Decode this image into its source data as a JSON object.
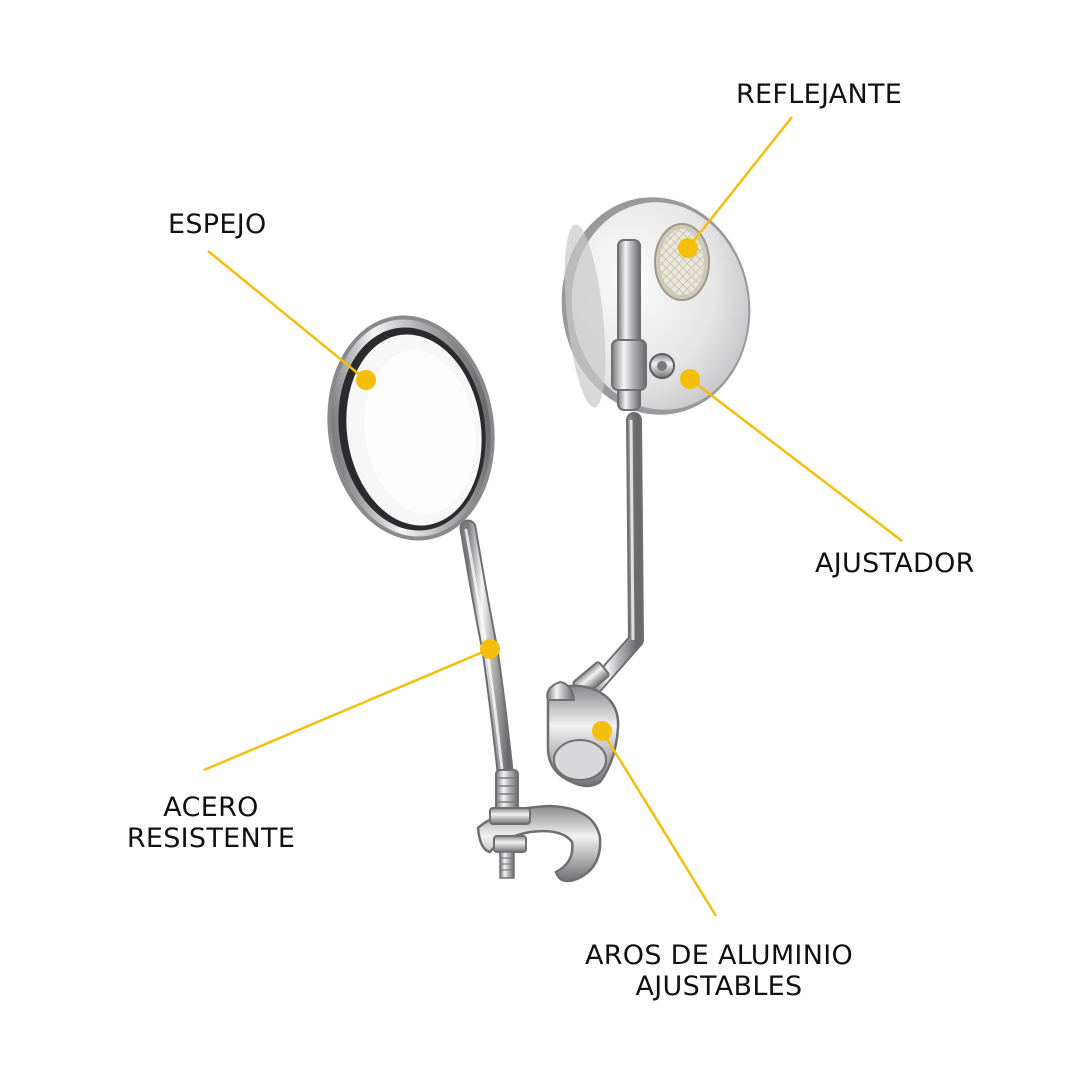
{
  "colors": {
    "accent": "#F5BE0B",
    "chrome_dark": "#6E6E70",
    "chrome_mid": "#BDBDBF",
    "chrome_light": "#F2F2F3",
    "text": "#111111"
  },
  "callouts": {
    "reflejante": {
      "text": "REFLEJANTE"
    },
    "espejo": {
      "text": "ESPEJO"
    },
    "ajustador": {
      "text": "AJUSTADOR"
    },
    "acero": {
      "line1": "ACERO",
      "line2": "RESISTENTE"
    },
    "aros": {
      "line1": "AROS DE ALUMINIO",
      "line2": "AJUSTABLES"
    }
  }
}
